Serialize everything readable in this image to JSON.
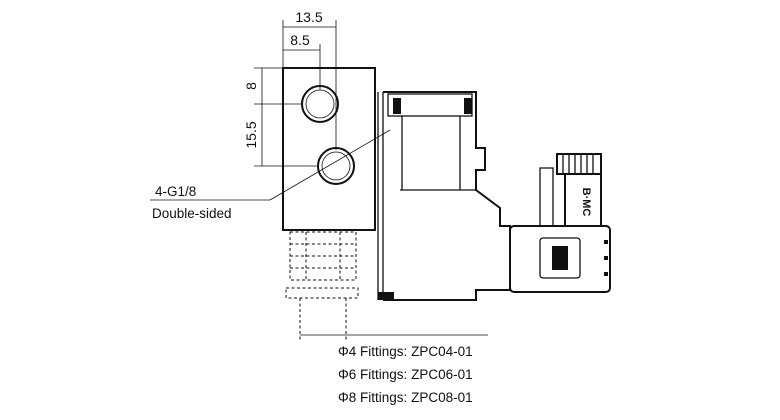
{
  "dimensions": {
    "width_top": "13.5",
    "width_inner": "8.5",
    "height_top": "8",
    "height_lower": "15.5"
  },
  "port_note": {
    "thread": "4-G1/8",
    "sides": "Double-sided"
  },
  "logo_text": "B·MC",
  "fittings": [
    {
      "size": "Φ4 Fittings",
      "code": "ZPC04-01"
    },
    {
      "size": "Φ6 Fittings",
      "code": "ZPC06-01"
    },
    {
      "size": "Φ8 Fittings",
      "code": "ZPC08-01"
    }
  ],
  "fitting_separator": ":"
}
